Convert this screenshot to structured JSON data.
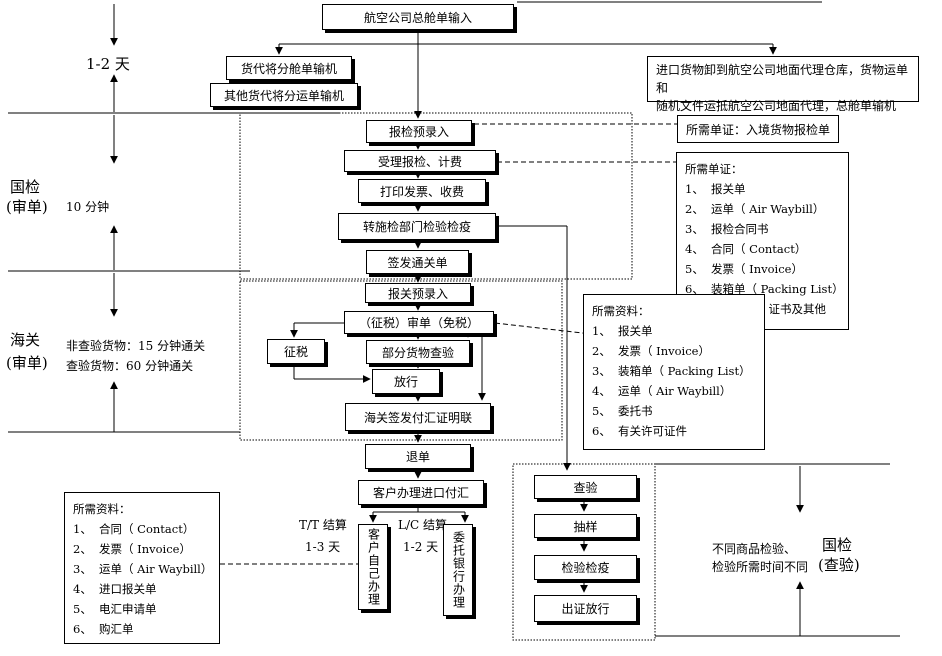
{
  "top": {
    "input": "航空公司总舱单输入",
    "forwarder1": "货代将分舱单输机",
    "forwarder2": "其他货代将分运单输机",
    "unload": [
      "进口货物卸到航空公司地面代理仓库，货物运单和",
      "随机文件运抵航空公司地面代理，总舱单输机"
    ],
    "time": "1-2 天"
  },
  "inspection": {
    "side1": "国检",
    "side2": "(审单)",
    "time": "10 分钟",
    "steps": [
      "报检预录入",
      "受理报检、计费",
      "打印发票、收费",
      "转施检部门检验检疫",
      "签发通关单"
    ],
    "doc_required": "所需单证：入境货物报检单",
    "docs_title": "所需单证：",
    "docs": [
      {
        "n": "1、",
        "t": "报关单"
      },
      {
        "n": "2、",
        "t": "运单（ Air Waybill）"
      },
      {
        "n": "3、",
        "t": "报检合同书"
      },
      {
        "n": "4、",
        "t": "合同（ Contact）"
      },
      {
        "n": "5、",
        "t": "发票（ Invoice）"
      },
      {
        "n": "6、",
        "t": "装箱单（ Packing List）"
      },
      {
        "n": "7、",
        "t": "有关批件、证书及其他"
      }
    ]
  },
  "customs": {
    "side1": "海关",
    "side2": "(审单)",
    "time1": "非查验货物：15 分钟通关",
    "time2": "查验货物：60 分钟通关",
    "entry": "报关预录入",
    "review": "（征税）审单（免税）",
    "tax": "征税",
    "partial": "部分货物查验",
    "release": "放行",
    "cert": "海关签发付汇证明联",
    "docs_title": "所需资料：",
    "docs": [
      {
        "n": "1、",
        "t": "报关单"
      },
      {
        "n": "2、",
        "t": "发票（ Invoice）"
      },
      {
        "n": "3、",
        "t": "装箱单（ Packing List）"
      },
      {
        "n": "4、",
        "t": "运单（ Air Waybill）"
      },
      {
        "n": "5、",
        "t": "委托书"
      },
      {
        "n": "6、",
        "t": "有关许可证件"
      }
    ]
  },
  "payment": {
    "return": "退单",
    "customer": "客户办理进口付汇",
    "tt": "T/T 结算",
    "tt_time": "1-3 天",
    "lc": "L/C 结算",
    "lc_time": "1-2 天",
    "self": "客户自己办理",
    "bank": "委托银行办理",
    "docs_title": "所需资料：",
    "docs": [
      {
        "n": "1、",
        "t": "合同（ Contact）"
      },
      {
        "n": "2、",
        "t": "发票（ Invoice）"
      },
      {
        "n": "3、",
        "t": "运单（ Air Waybill）"
      },
      {
        "n": "4、",
        "t": "进口报关单"
      },
      {
        "n": "5、",
        "t": "电汇申请单"
      },
      {
        "n": "6、",
        "t": "购汇单"
      }
    ]
  },
  "quarantine": {
    "steps": [
      "查验",
      "抽样",
      "检验检疫",
      "出证放行"
    ],
    "note1": "不同商品检验、",
    "note2": "检验所需时间不同",
    "side1": "国检",
    "side2": "(查验)"
  }
}
